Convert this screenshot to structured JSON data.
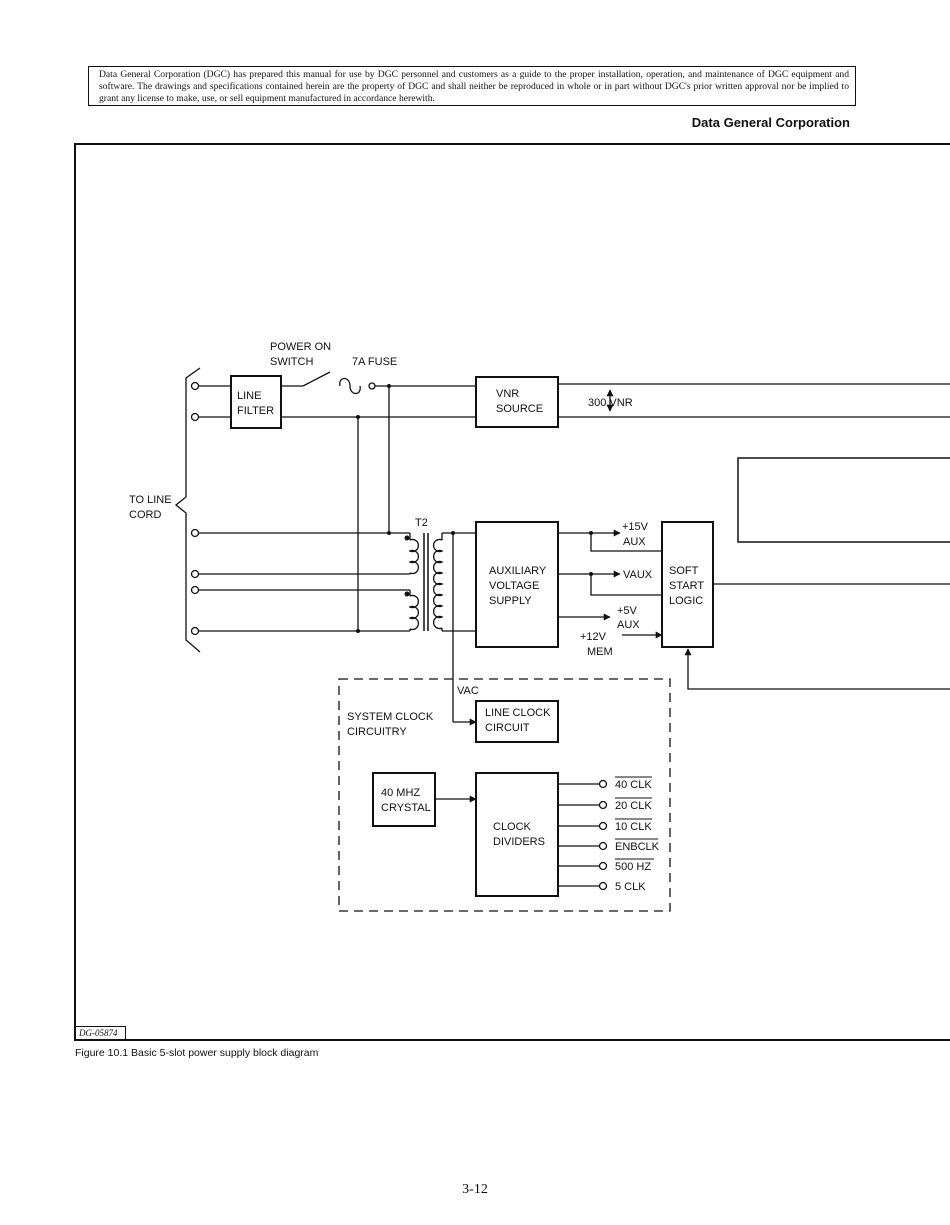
{
  "header": {
    "notice": "Data General Corporation (DGC) has prepared this manual for use by DGC personnel and customers as a guide to the proper installation, operation, and maintenance of DGC equipment and software. The drawings and specifications contained herein are the property of DGC and shall neither be reproduced in whole or in part without DGC's prior written approval nor be implied to grant any license to make, use, or sell equipment manufactured in accordance herewith.",
    "company": "Data General Corporation"
  },
  "diagram": {
    "power_on_switch": [
      "POWER ON",
      "SWITCH"
    ],
    "fuse": "7A FUSE",
    "line_filter": [
      "LINE",
      "FILTER"
    ],
    "vnr_source": [
      "VNR",
      "SOURCE"
    ],
    "vnr_label": "300 VNR",
    "to_line_cord": [
      "TO LINE",
      "CORD"
    ],
    "transformer": "T2",
    "aux_supply": [
      "AUXILIARY",
      "VOLTAGE",
      "SUPPLY"
    ],
    "aux_15v": [
      "+15V",
      "AUX"
    ],
    "vaux": "VAUX",
    "aux_5v": [
      "+5V",
      "AUX"
    ],
    "mem_12v": [
      "+12V",
      "MEM"
    ],
    "soft_start": [
      "SOFT",
      "START",
      "LOGIC"
    ],
    "vac": "VAC",
    "system_clock": [
      "SYSTEM CLOCK",
      "CIRCUITRY"
    ],
    "line_clock": [
      "LINE CLOCK",
      "CIRCUIT"
    ],
    "crystal": [
      "40 MHZ",
      "CRYSTAL"
    ],
    "clock_dividers": [
      "CLOCK",
      "DIVIDERS"
    ],
    "clock_outputs": [
      "40 CLK",
      "20 CLK",
      "10 CLK",
      "ENBCLK",
      "500 HZ",
      "5 CLK"
    ]
  },
  "footer": {
    "drawing_number": "DG-05874",
    "caption": "Figure 10.1 Basic 5-slot power supply block diagram",
    "page_number": "3-12"
  }
}
